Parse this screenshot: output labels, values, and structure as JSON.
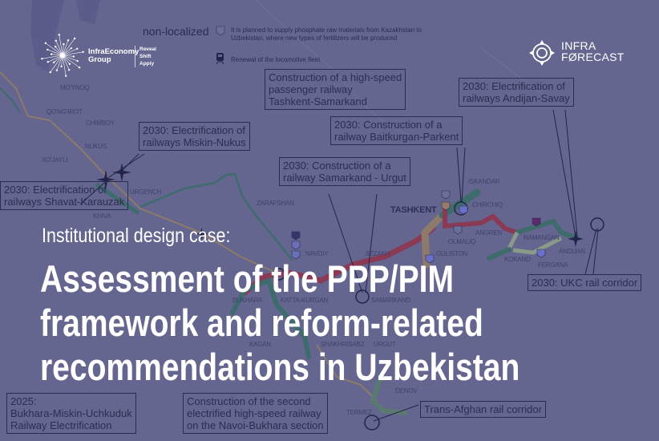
{
  "legend": {
    "title": "non-localized",
    "items": [
      {
        "icon": "shield-marker-icon",
        "text": "It is planned to supply phosphate raw materials from Kazakhstan to Uzbekistan, where new types of fertilizers will be produced"
      },
      {
        "icon": "train-icon",
        "text": "Renewal of the locomotive fleet"
      }
    ]
  },
  "logos": {
    "infraeconomy": {
      "name_line1": "InfraEconomy",
      "name_line2": "Group",
      "tagline": [
        "Reveal",
        "Shift",
        "Apply"
      ]
    },
    "infraforecast": {
      "line1": "INFRA",
      "line2": "FØRECAST"
    }
  },
  "cities": {
    "moynoq": "MO'YNOQ",
    "qongirot": "QO'NG'IROT",
    "chimboy": "CHIMBOY",
    "nukus": "NUKUS",
    "xojayli": "XO'JAYLI",
    "urgench": "URGENCH",
    "khiva": "KHIVA",
    "zarafshan": "ZARAFSHAN",
    "navoiy": "NAVOIY",
    "bukhara": "BUKHARA",
    "kattakurgan": "KATTA-KURGAN",
    "kagan": "KAGAN",
    "samarkand": "SAMARKAND",
    "urgut": "URGUT",
    "shakhrisabz": "SHAKHRISABZ",
    "denov": "DENOV",
    "termez": "TERMEZ",
    "tashkent": "TASHKENT",
    "iskandar": "ISKANDAR",
    "chirchiq": "CHIRCHIQ",
    "olmaliq": "OLMALIQ",
    "angren": "ANGREN",
    "namangan": "NAMANGAN",
    "andijan": "ANDIJAN",
    "kokand": "KOKAND",
    "fergana": "FERGANA",
    "guliston": "GULISTON",
    "jizzakh": "JIZZAKH"
  },
  "callouts": {
    "miskin_nukus": "2030: Electrification of\nrailways Miskin-Nukus",
    "shavat": "2030: Electrification of\nrailways Shavat-Karauzak",
    "bukhara": "2025:\nBukhara-Miskin-Uchkuduk\nRailway Electrification",
    "samarkand_urgut": "2030: Construction of a\nrailway Samarkand - Urgut",
    "baitkurgan": "2030: Construction of a\nrailway Baitkurgan-Parkent",
    "andijan_savay": "2030: Electrification of\nrailways Andijan-Savay",
    "ukc": "2030: UKC rail corridor",
    "tashkent_samarkand": "Construction of a high-speed\npassenger railway\nTashkent-Samarkand",
    "navoi_bukhara": "Construction of the second\nelectrified high-speed railway\non the Navoi-Bukhara section",
    "trans_afghan": "Trans-Afghan rail corridor"
  },
  "title": {
    "subtitle": "Institutional design case:",
    "lines": [
      "Assessment of the PPP/PIM",
      "framework and reform-related",
      "recommendations in Uzbekistan"
    ]
  },
  "colors": {
    "background": "#64668f",
    "rail_green": "#3e6b6b",
    "rail_red": "#8a3a55",
    "rail_tan": "#8d7a6a",
    "rail_light": "#8a9a88",
    "text": "#ffffff",
    "callout": "#2b2c52"
  }
}
